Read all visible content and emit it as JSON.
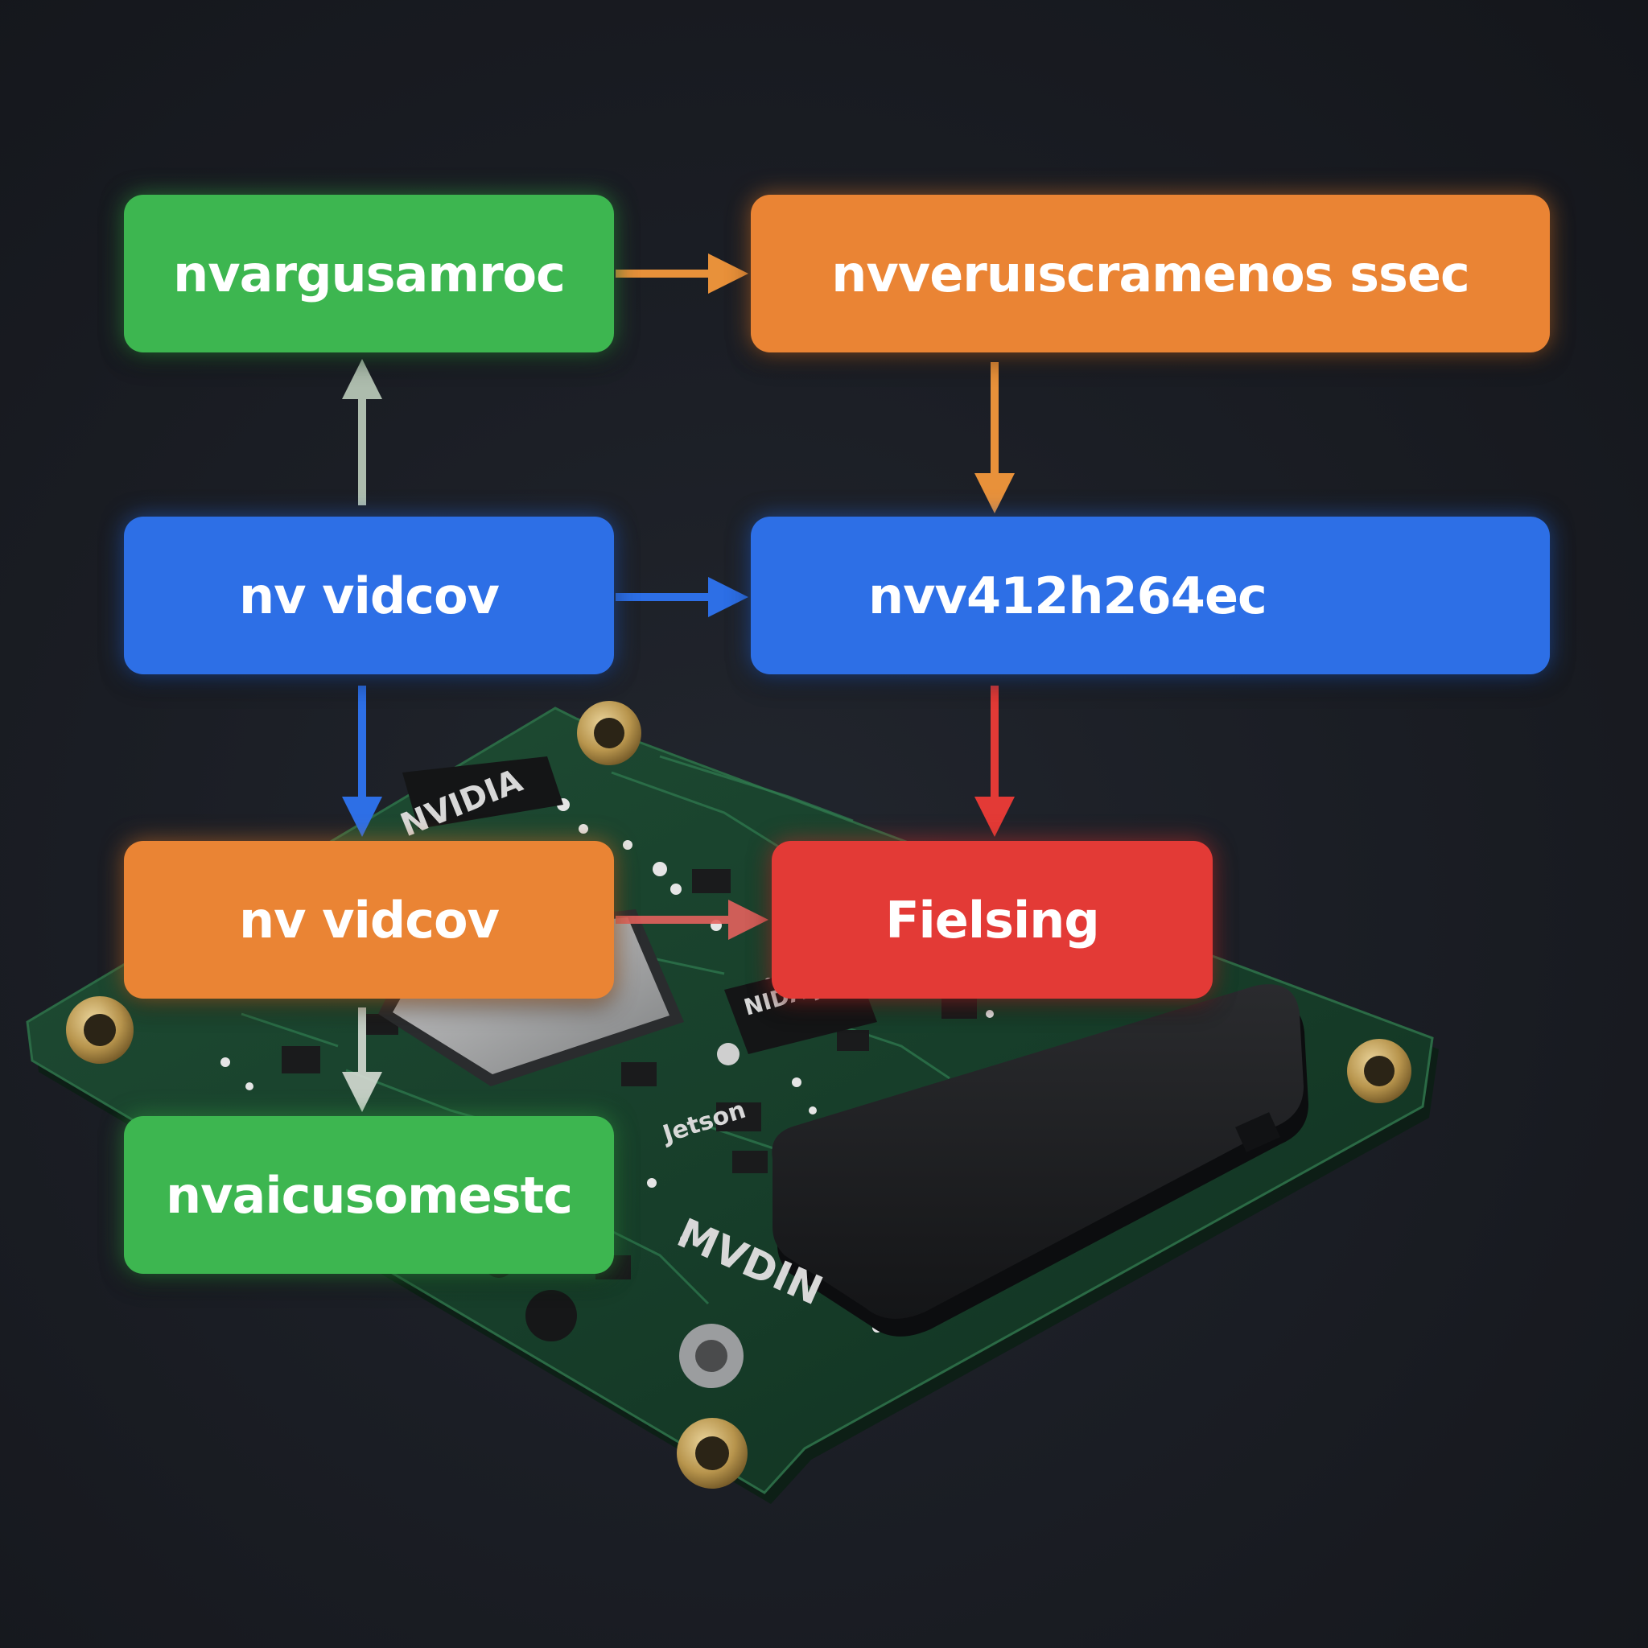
{
  "nodes": [
    {
      "id": "n1",
      "label": "nvargusamroc",
      "color": "#3db650"
    },
    {
      "id": "n2",
      "label": "nvveruıscramenos ssec",
      "color": "#ea8434"
    },
    {
      "id": "n3",
      "label": "nv vidcov",
      "color": "#2d6fe6"
    },
    {
      "id": "n4",
      "label": "nvv412h264ec",
      "color": "#2d6fe6"
    },
    {
      "id": "n5",
      "label": "nv vidcov",
      "color": "#ea8434"
    },
    {
      "id": "n6",
      "label": "Fielsing",
      "color": "#e33a36"
    },
    {
      "id": "n7",
      "label": "nvaicusomestc",
      "color": "#3db650"
    }
  ],
  "edges": [
    {
      "from": "nv vidcov",
      "to": "nvargusamroc",
      "color": "#c7d8c5"
    },
    {
      "from": "nvargusamroc",
      "to": "nvveruıscramenos ssec",
      "color": "#e8913a"
    },
    {
      "from": "nvveruıscramenos ssec",
      "to": "nvv412h264ec",
      "color": "#e8913a"
    },
    {
      "from": "nv vidcov",
      "to": "nvv412h264ec",
      "color": "#2d6fe6"
    },
    {
      "from": "nv vidcov",
      "to": "nv vidcov",
      "color": "#2d6fe6"
    },
    {
      "from": "nvv412h264ec",
      "to": "Fielsing",
      "color": "#e33a36"
    },
    {
      "from": "nv vidcov",
      "to": "Fielsing",
      "color": "#e3625d"
    },
    {
      "from": "nv vidcov",
      "to": "nvaicusomestc",
      "color": "#d6dcd4"
    }
  ],
  "board": {
    "chip_markings": [
      "NVIDIA",
      "NIDA Jetson",
      "MVDIN",
      "Jetson"
    ]
  }
}
